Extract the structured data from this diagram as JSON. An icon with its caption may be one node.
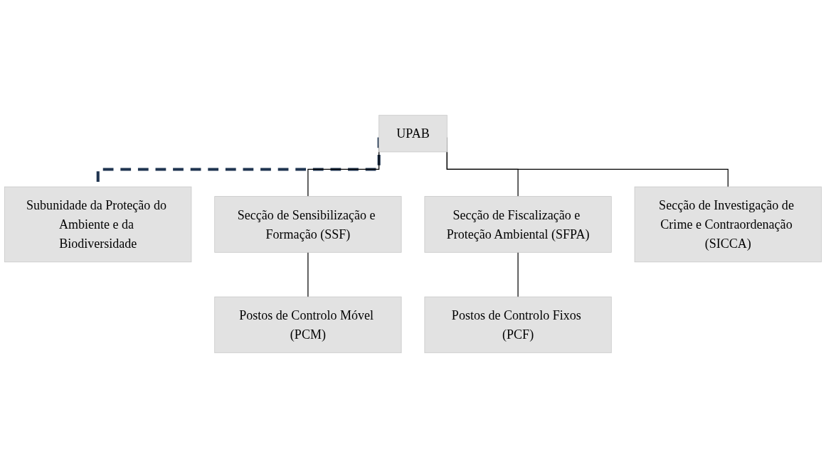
{
  "diagram": {
    "nodes": [
      {
        "text": [
          "UPAB"
        ]
      },
      {
        "text": [
          "Subunidade da Proteção do Ambiente e da Biodiversidade"
        ]
      },
      {
        "text": [
          "Secção de Sensibilização e Formação (SSF)"
        ]
      },
      {
        "text": [
          "Secção de Fiscalização e Proteção Ambiental (SFPA)"
        ]
      },
      {
        "text": [
          "Secção de Investigação de Crime e Contraordenação (SICCA)"
        ]
      },
      {
        "text": [
          "Postos de Controlo Móvel (PCM)"
        ]
      },
      {
        "text": [
          "Postos de Controlo Fixos (PCF)"
        ]
      }
    ],
    "edges": [
      {
        "from": 0,
        "to": 1,
        "arrow": "none",
        "style": "dashed",
        "color": "#1f3450"
      },
      {
        "from": 0,
        "to": 2,
        "arrow": "none"
      },
      {
        "from": 0,
        "to": 3,
        "arrow": "none"
      },
      {
        "from": 0,
        "to": 4,
        "arrow": "none"
      },
      {
        "from": 2,
        "to": 5,
        "arrow": "none"
      },
      {
        "from": 3,
        "to": 6,
        "arrow": "none"
      }
    ]
  }
}
